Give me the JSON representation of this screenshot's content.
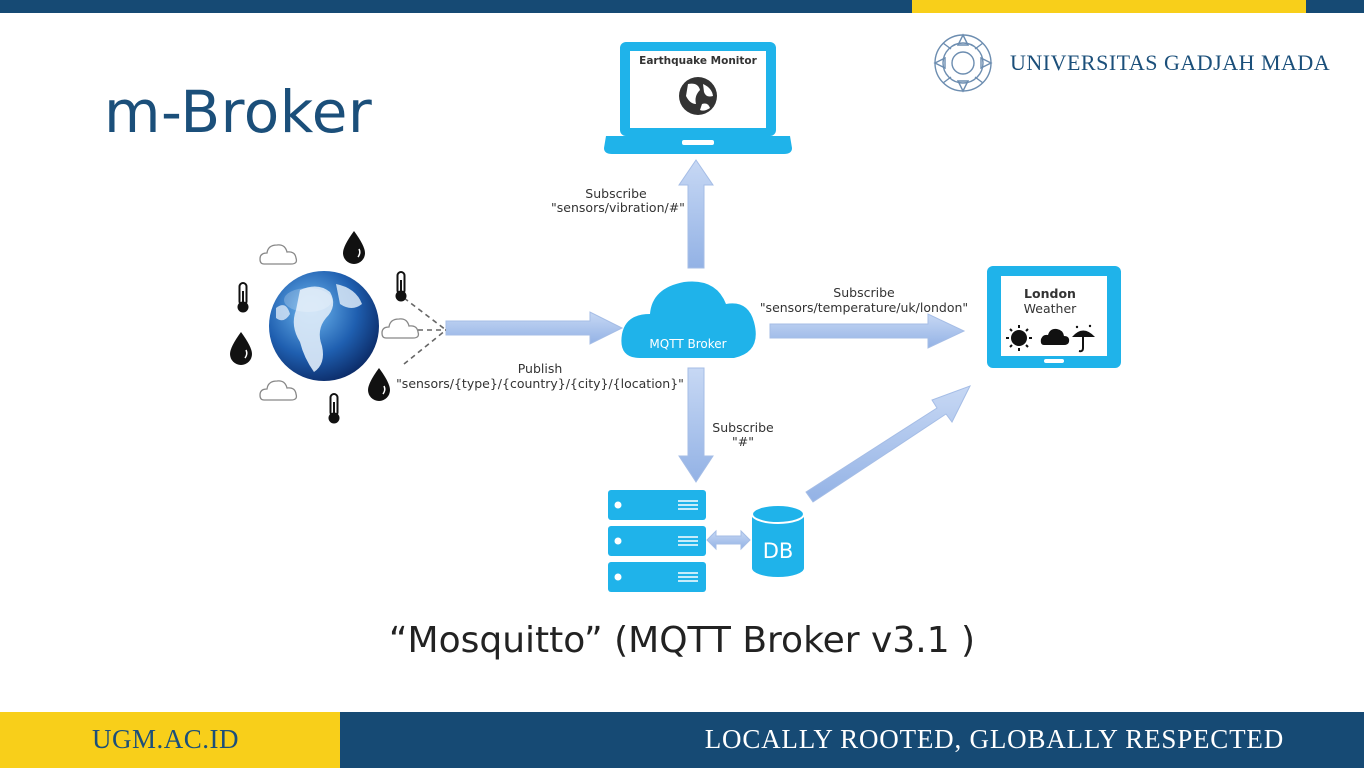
{
  "slide": {
    "title": "m-Broker",
    "university": "UNIVERSITAS GADJAH MADA",
    "caption": "“Mosquitto” (MQTT Broker v3.1 )",
    "footer_url": "UGM.AC.ID",
    "footer_motto": "LOCALLY ROOTED, GLOBALLY RESPECTED"
  },
  "diagram": {
    "broker_label": "MQTT Broker",
    "laptop_title": "Earthquake Monitor",
    "tablet_title": "London",
    "tablet_subtitle": "Weather",
    "db_label": "DB",
    "publish": {
      "verb": "Publish",
      "topic": "\"sensors/{type}/{country}/{city}/{location}\""
    },
    "subscribe_vibration": {
      "verb": "Subscribe",
      "topic": "\"sensors/vibration/#\""
    },
    "subscribe_temperature": {
      "verb": "Subscribe",
      "topic": "\"sensors/temperature/uk/london\""
    },
    "subscribe_all": {
      "verb": "Subscribe",
      "topic": "\"#\""
    }
  },
  "colors": {
    "brand_blue": "#164a74",
    "brand_gold": "#f8cf1a",
    "device_cyan": "#20b3ea",
    "arrow_blue": "#a9c3ec"
  },
  "icons": [
    "globe-icon",
    "cloud-icon",
    "raindrop-icon",
    "thermometer-icon",
    "sun-icon",
    "umbrella-icon",
    "server-icon",
    "database-icon",
    "laptop-icon",
    "tablet-icon",
    "university-seal-icon"
  ]
}
